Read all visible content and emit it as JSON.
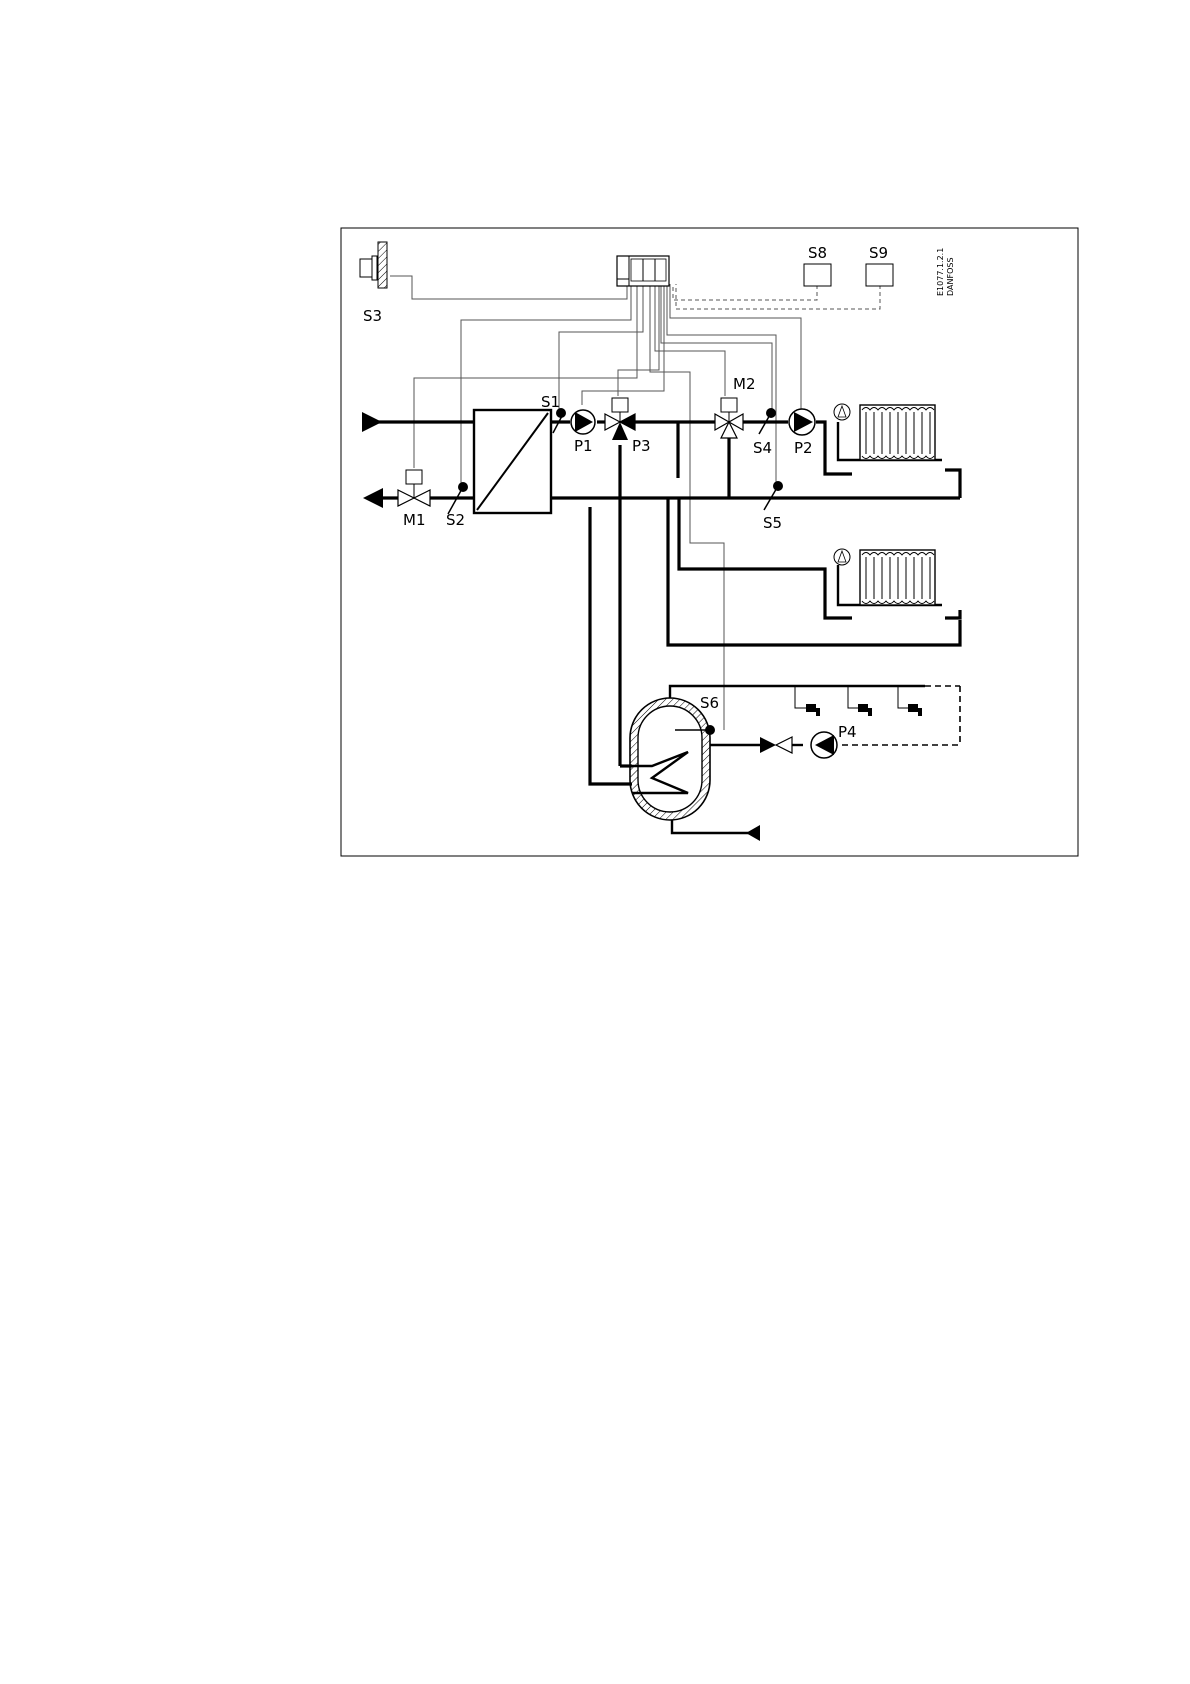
{
  "diagram": {
    "labels": {
      "s1": "S1",
      "s2": "S2",
      "s3": "S3",
      "s4": "S4",
      "s5": "S5",
      "s6": "S6",
      "s8": "S8",
      "s9": "S9",
      "m1": "M1",
      "m2": "M2",
      "p1": "P1",
      "p2": "P2",
      "p3": "P3",
      "p4": "P4"
    },
    "drawing_code": "E1077.1.2.1",
    "brand": "DANFOSS"
  }
}
